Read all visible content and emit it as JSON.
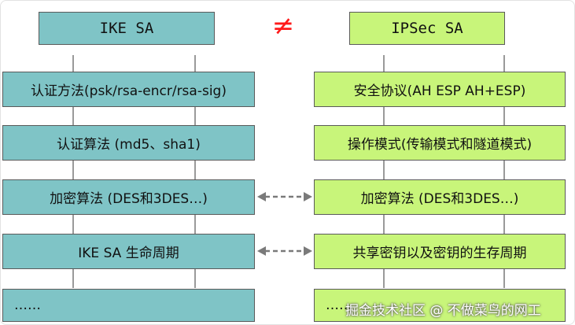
{
  "left": {
    "title": "IKE SA",
    "items": [
      "认证方法(psk/rsa-encr/rsa-sig)",
      "认证算法 (md5、sha1)",
      "加密算法 (DES和3DES…)",
      "IKE SA 生命周期",
      "……"
    ]
  },
  "right": {
    "title": "IPSec SA",
    "items": [
      "安全协议(AH ESP  AH+ESP)",
      "操作模式(传输模式和隧道模式)",
      "加密算法 (DES和3DES…)",
      "共享密钥以及密钥的生存周期",
      "……"
    ]
  },
  "not_equal": "≠",
  "watermark": "掘金技术社区 @ 不做菜鸟的网工",
  "colors": {
    "left_fill": "#7fc4c6",
    "right_fill": "#c8f57a",
    "not_equal": "#ff1a1a",
    "arrow": "#7a7a7a"
  }
}
